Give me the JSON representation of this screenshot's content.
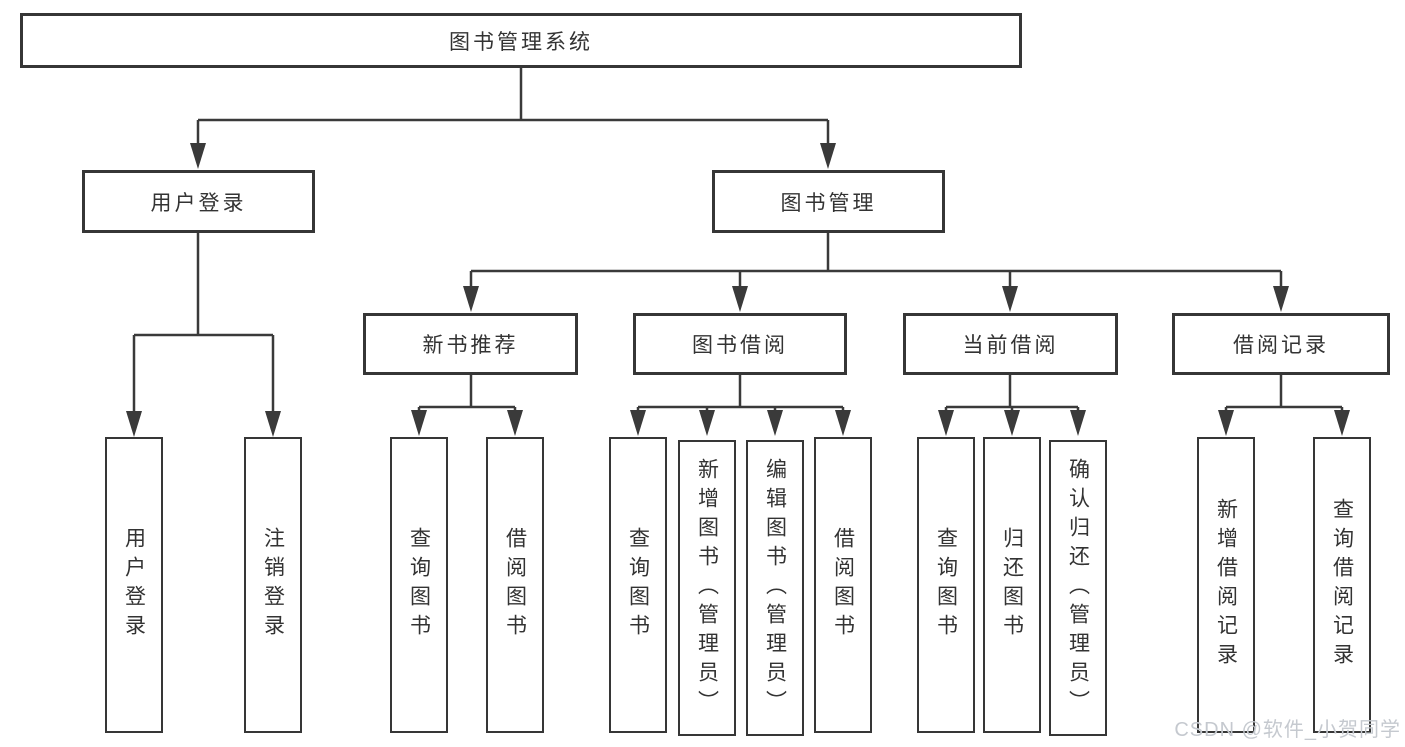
{
  "diagram_title": "图书管理系统",
  "level2": {
    "user_login": "用户登录",
    "book_mgmt": "图书管理"
  },
  "level3": {
    "new_book_rec": "新书推荐",
    "book_borrow": "图书借阅",
    "current_borrow": "当前借阅",
    "borrow_records": "借阅记录"
  },
  "leaves": {
    "user_login": [
      "用户登录",
      "注销登录"
    ],
    "new_book_rec": [
      "查询图书",
      "借阅图书"
    ],
    "book_borrow": [
      "查询图书",
      "新增图书（管理员）",
      "编辑图书（管理员）",
      "借阅图书"
    ],
    "current_borrow": [
      "查询图书",
      "归还图书",
      "确认归还（管理员）"
    ],
    "borrow_records": [
      "新增借阅记录",
      "查询借阅记录"
    ]
  },
  "watermark": "CSDN @软件_小贺同学",
  "colors": {
    "line": "#3a3a3a",
    "box_border": "#363636",
    "text": "#333333",
    "watermark_text": "#c5c9cf",
    "background": "#ffffff"
  }
}
